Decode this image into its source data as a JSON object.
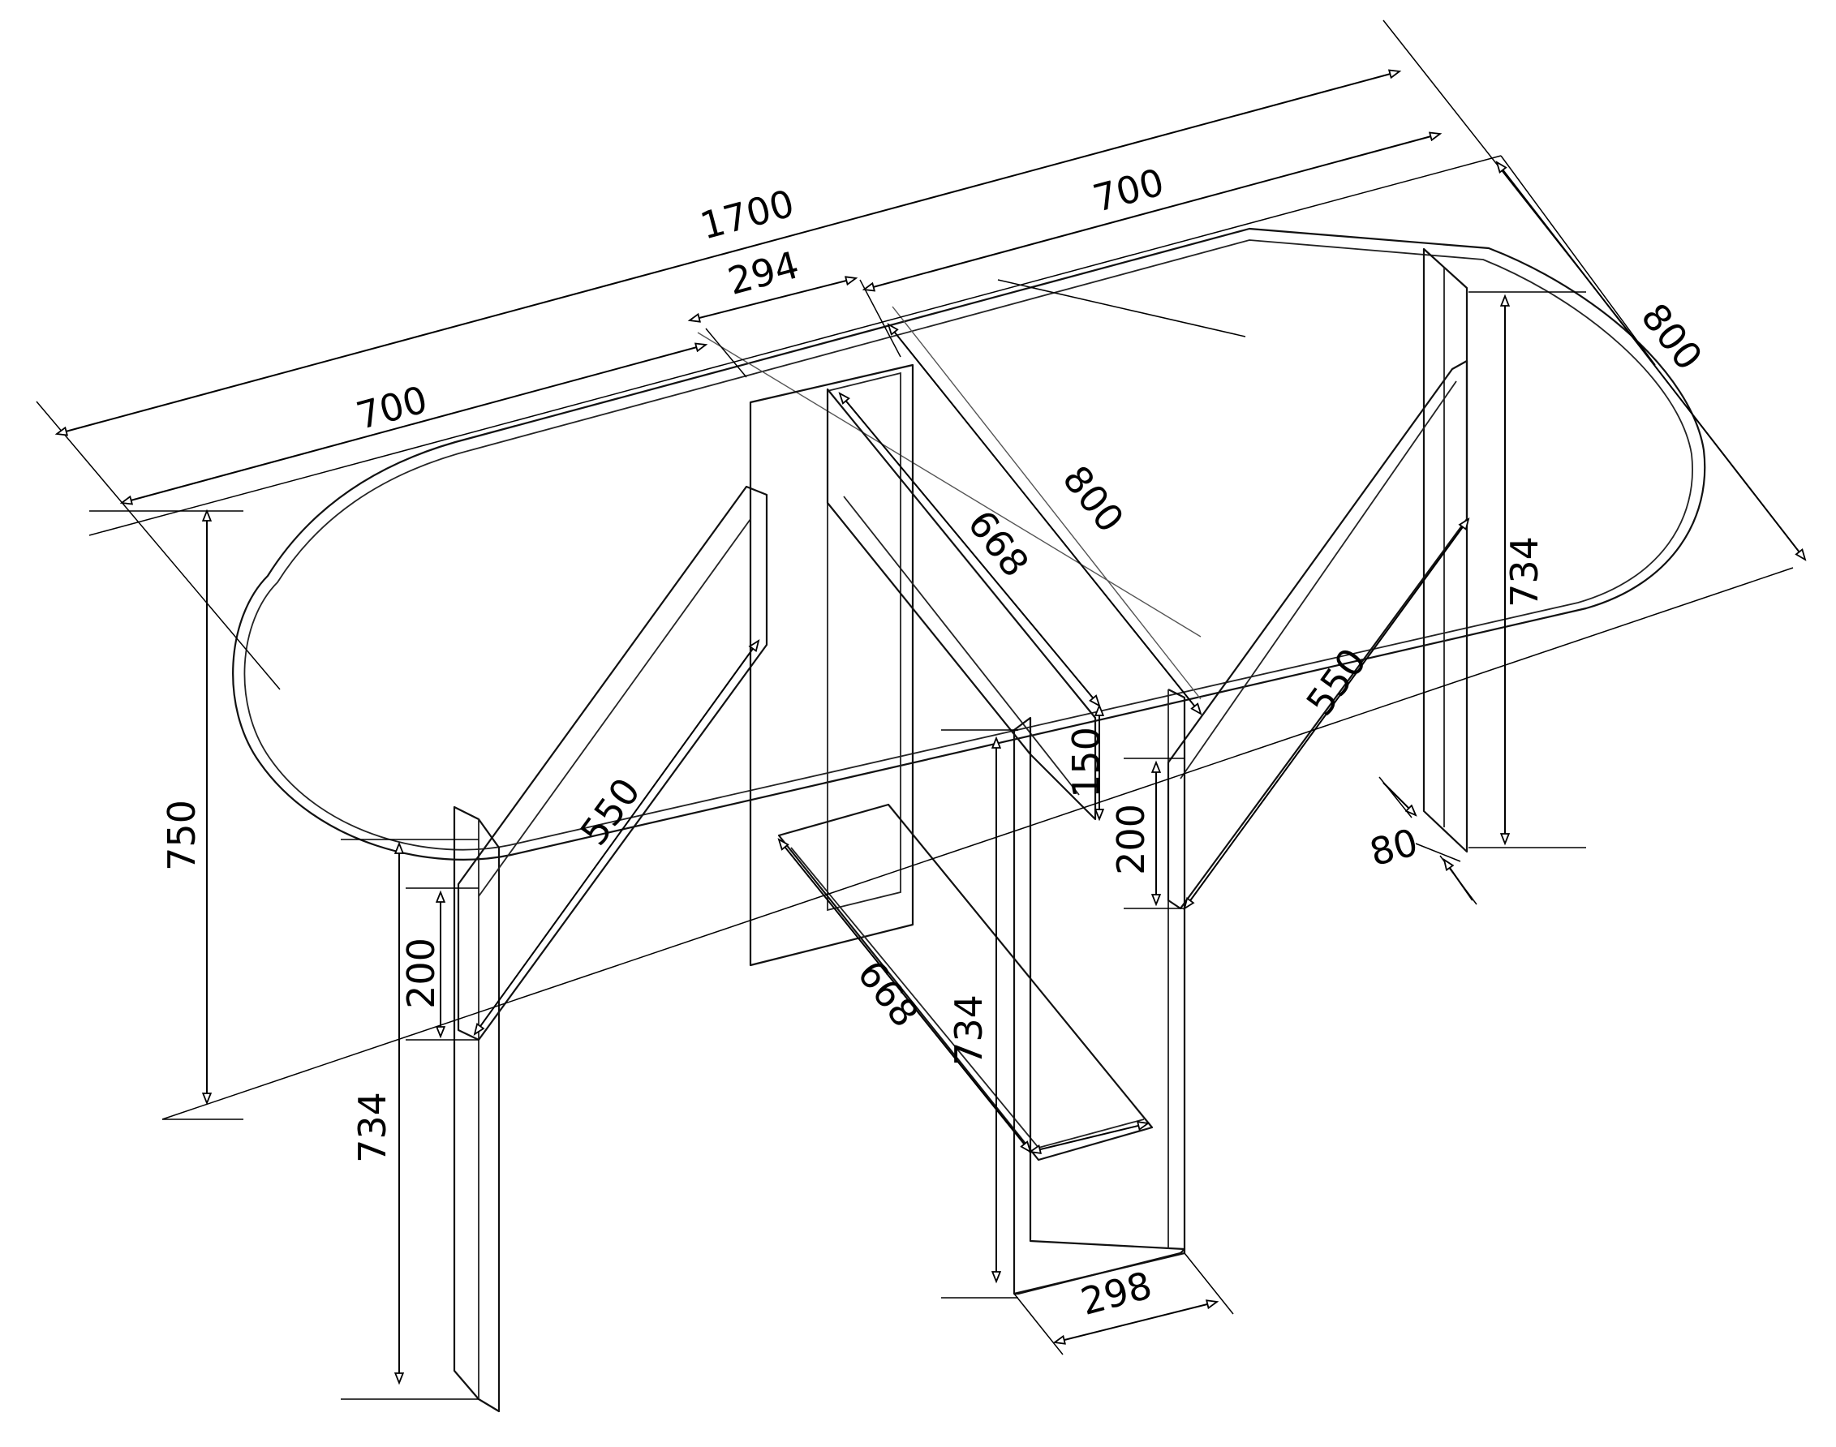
{
  "dimensions": {
    "total_length": "1700",
    "leaf_left": "700",
    "leaf_right": "700",
    "center_top": "294",
    "depth_right": "800",
    "depth_center": "800",
    "inner_rail_top": "668",
    "inner_rail_bottom": "668",
    "arm_left": "550",
    "arm_right": "550",
    "total_height": "750",
    "leg_left": "734",
    "leg_center": "734",
    "leg_right": "734",
    "bracket_left": "200",
    "bracket_right": "200",
    "rail_height": "150",
    "leg_thickness": "80",
    "base_width": "298"
  }
}
